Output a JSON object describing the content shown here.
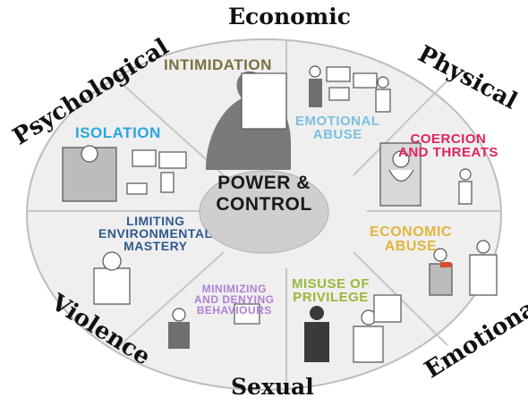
{
  "outer_labels": {
    "top": "Economic",
    "top_right": "Physical",
    "right_bottom": "Emotional",
    "bottom": "Sexual",
    "bottom_left": "Violence",
    "top_left": "Psychological"
  },
  "center": {
    "line1": "POWER &",
    "line2": "CONTROL"
  },
  "segments": [
    {
      "id": "intimidation",
      "text": "INTIMIDATION",
      "color": "#7a7042"
    },
    {
      "id": "emotional-abuse",
      "text": "EMOTIONAL\nABUSE",
      "color": "#7bbfe0"
    },
    {
      "id": "coercion-threats",
      "text": "COERCION\nAND THREATS",
      "color": "#e0245e"
    },
    {
      "id": "economic-abuse",
      "text": "ECONOMIC\nABUSE",
      "color": "#e0b63a"
    },
    {
      "id": "misuse-privilege",
      "text": "MISUSE OF\nPRIVILEGE",
      "color": "#9ab83a"
    },
    {
      "id": "minimizing",
      "text": "MINIMIZING\nAND DENYING\nBEHAVIOURS",
      "color": "#b07fd6"
    },
    {
      "id": "limiting",
      "text": "LIMITING\nENVIRONMENTAL\nMASTERY",
      "color": "#2f5a8c"
    },
    {
      "id": "isolation",
      "text": "ISOLATION",
      "color": "#29a6e0"
    }
  ]
}
